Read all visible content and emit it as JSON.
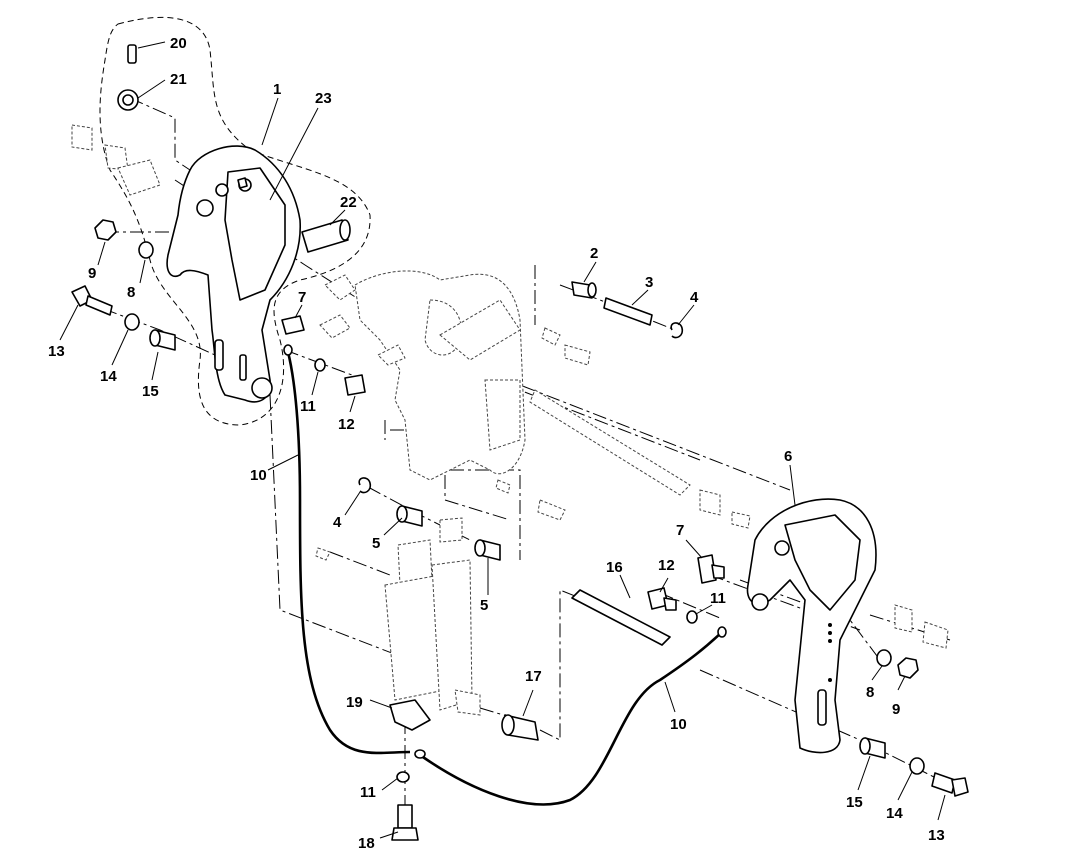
{
  "callouts": {
    "c1": "1",
    "c2": "2",
    "c3": "3",
    "c4a": "4",
    "c4b": "4",
    "c5a": "5",
    "c5b": "5",
    "c6": "6",
    "c7a": "7",
    "c7b": "7",
    "c8a": "8",
    "c8b": "8",
    "c9a": "9",
    "c9b": "9",
    "c10a": "10",
    "c10b": "10",
    "c11a": "11",
    "c11b": "11",
    "c11c": "11",
    "c12a": "12",
    "c12b": "12",
    "c13a": "13",
    "c13b": "13",
    "c14a": "14",
    "c14b": "14",
    "c15a": "15",
    "c15b": "15",
    "c16": "16",
    "c17": "17",
    "c18": "18",
    "c19": "19",
    "c20": "20",
    "c21": "21",
    "c22": "22",
    "c23": "23"
  }
}
